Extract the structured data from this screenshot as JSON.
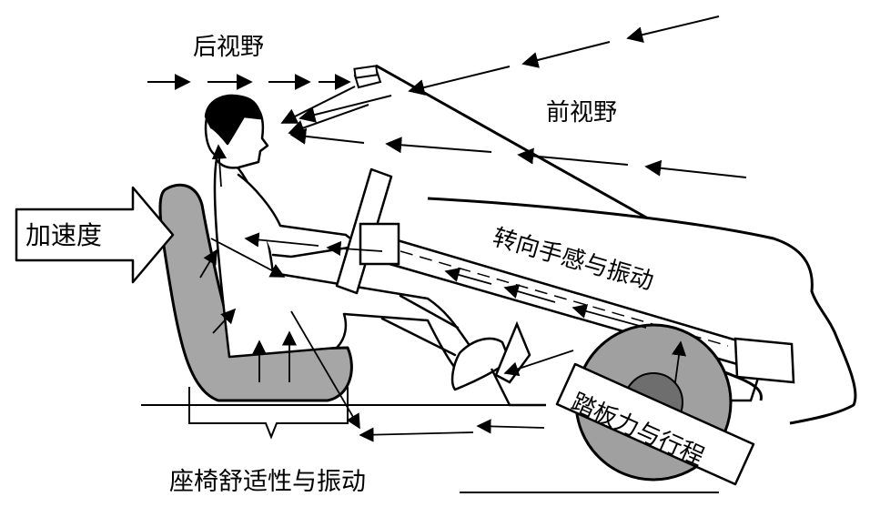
{
  "labels": {
    "rear_view": "后视野",
    "front_view": "前视野",
    "acceleration": "加速度",
    "steering_feel": "转向手感与振动",
    "pedal_force": "踏板力与行程",
    "seat_comfort": "座椅舒适性与振动"
  },
  "colors": {
    "line": "#000000",
    "seat_fill": "#a6a6a6",
    "wheel_outer": "#a0a0a0",
    "wheel_hub": "#6e6e6e",
    "background": "#ffffff"
  }
}
